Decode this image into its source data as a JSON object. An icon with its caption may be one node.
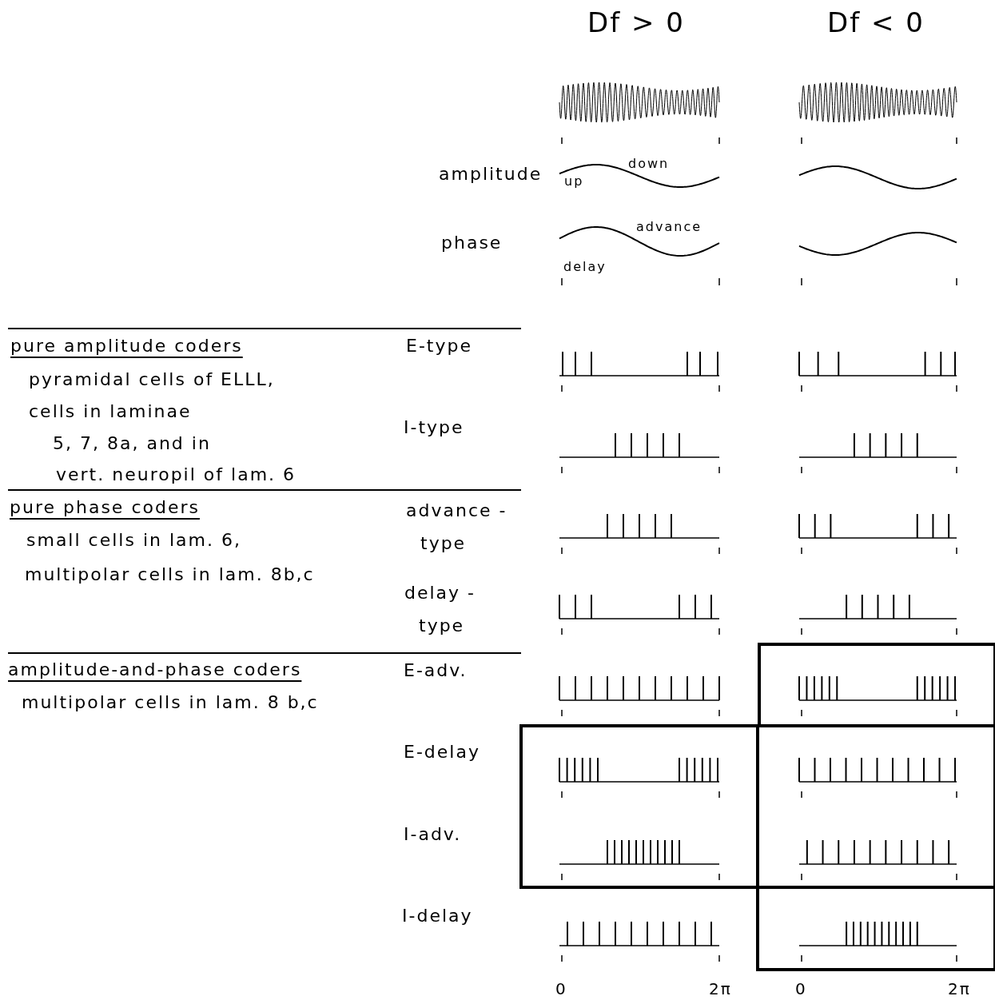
{
  "diagram": {
    "labels": [
      "Df > 0",
      "Df < 0",
      "amplitude",
      "up",
      "down",
      "phase",
      "advance",
      "delay",
      "pure amplitude coders",
      "E-type",
      "pyramidal cells of ELLL,",
      "cells in laminae",
      "I-type",
      "5, 7, 8a, and in",
      "vert. neuropil of lam. 6",
      "pure phase coders",
      "advance -type",
      "small cells in lam. 6,",
      "multipolar cells in lam. 8b,c",
      "delay -type",
      "amplitude-and-phase coders",
      "E-adv.",
      "multipolar cells in lam. 8 b,c",
      "E-delay",
      "I-adv.",
      "I-delay",
      "0",
      "2π",
      "0",
      "2π"
    ]
  }
}
